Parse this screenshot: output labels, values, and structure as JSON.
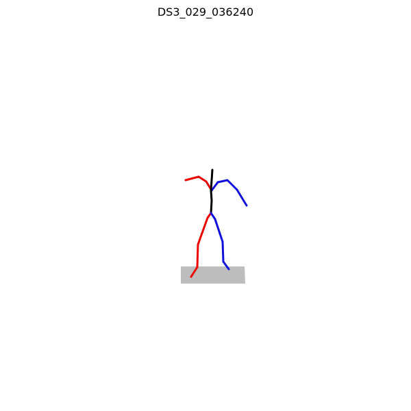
{
  "title": "DS3_029_036240",
  "figure": {
    "type": "skeleton-pose",
    "colors": {
      "right_side": "#ee0000",
      "left_side": "#1010dd",
      "spine": "#000000",
      "ground": "#bdbdbd"
    },
    "segments": [
      {
        "name": "right-forearm",
        "side": "right_side"
      },
      {
        "name": "right-upper-arm",
        "side": "right_side"
      },
      {
        "name": "right-shoulder",
        "side": "right_side"
      },
      {
        "name": "left-shoulder",
        "side": "left_side"
      },
      {
        "name": "left-upper-arm",
        "side": "left_side"
      },
      {
        "name": "left-forearm",
        "side": "left_side"
      },
      {
        "name": "spine",
        "side": "spine"
      },
      {
        "name": "right-hip",
        "side": "right_side"
      },
      {
        "name": "right-thigh",
        "side": "right_side"
      },
      {
        "name": "right-shin",
        "side": "right_side"
      },
      {
        "name": "left-hip",
        "side": "left_side"
      },
      {
        "name": "left-thigh",
        "side": "left_side"
      },
      {
        "name": "left-shin",
        "side": "left_side"
      }
    ]
  }
}
